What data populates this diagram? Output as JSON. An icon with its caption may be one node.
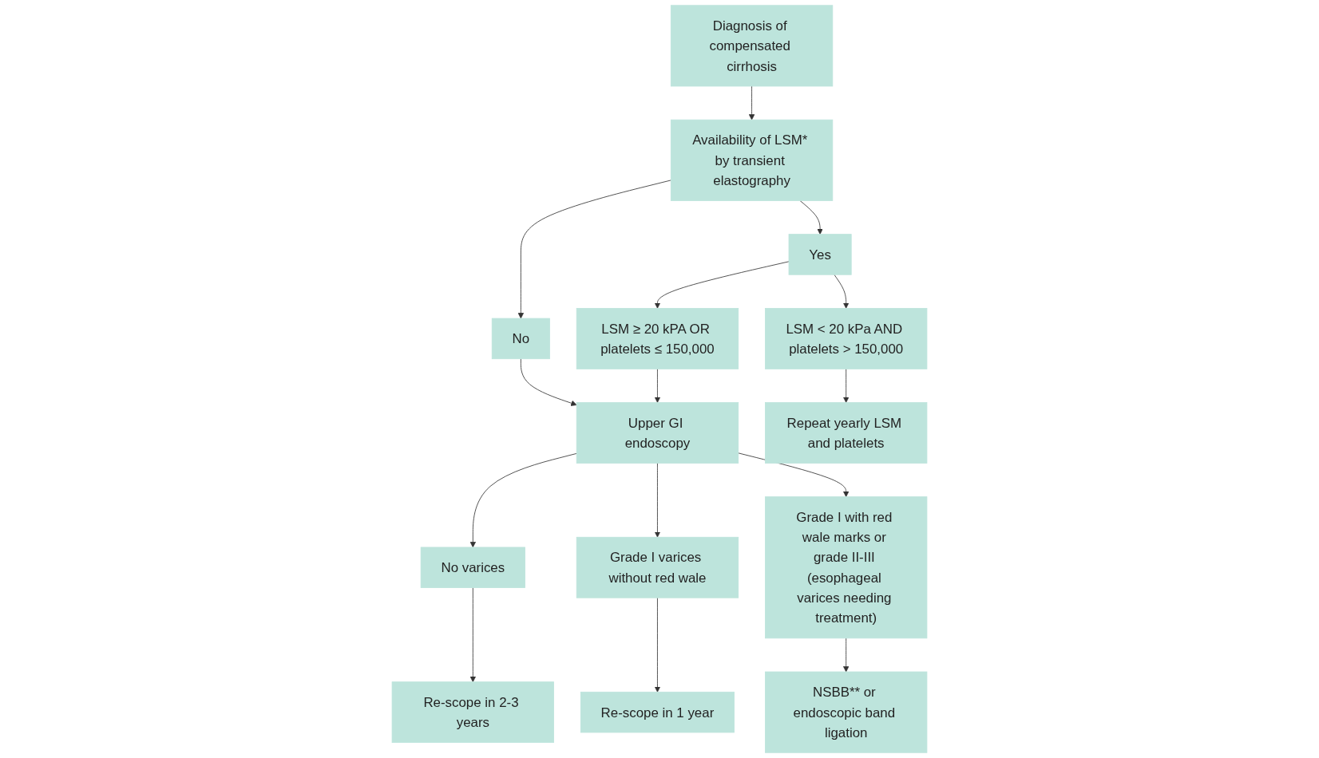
{
  "diagram": {
    "nodes": [
      {
        "text": [
          "Diagnosis of compensated cirrhosis"
        ]
      },
      {
        "text": [
          "Availability of LSM* by transient elastography"
        ]
      },
      {
        "text": [
          "Yes"
        ]
      },
      {
        "text": [
          "No"
        ]
      },
      {
        "text": [
          "LSM < 20 kPa AND platelets > 150,000"
        ]
      },
      {
        "text": [
          "LSM ≥ 20 kPA OR platelets ≤ 150,000"
        ]
      },
      {
        "text": [
          "Upper GI endoscopy"
        ]
      },
      {
        "text": [
          "No varices"
        ]
      },
      {
        "text": [
          "Grade I varices without red wale"
        ]
      },
      {
        "text": [
          "Grade I with red wale marks or grade II-III (esophageal varices needing treatment)"
        ]
      },
      {
        "text": [
          "Repeat yearly LSM and platelets"
        ]
      },
      {
        "text": [
          "Re-scope in 2-3 years"
        ]
      },
      {
        "text": [
          "Re-scope in 1 year"
        ]
      },
      {
        "text": [
          "NSBB** or endoscopic band ligation"
        ]
      }
    ],
    "edges": [
      {
        "from": 0,
        "to": 1,
        "arrow": "to"
      },
      {
        "from": 1,
        "to": 2,
        "arrow": "to"
      },
      {
        "from": 1,
        "to": 3,
        "arrow": "to"
      },
      {
        "from": 2,
        "to": 4,
        "arrow": "to"
      },
      {
        "from": 2,
        "to": 5,
        "arrow": "to"
      },
      {
        "from": 3,
        "to": 6,
        "arrow": "to"
      },
      {
        "from": 5,
        "to": 6,
        "arrow": "to"
      },
      {
        "from": 6,
        "to": 7,
        "arrow": "to"
      },
      {
        "from": 6,
        "to": 8,
        "arrow": "to"
      },
      {
        "from": 6,
        "to": 9,
        "arrow": "to"
      },
      {
        "from": 4,
        "to": 10,
        "arrow": "to"
      },
      {
        "from": 7,
        "to": 11,
        "arrow": "to"
      },
      {
        "from": 8,
        "to": 12,
        "arrow": "to"
      },
      {
        "from": 9,
        "to": 13,
        "arrow": "to"
      }
    ]
  }
}
